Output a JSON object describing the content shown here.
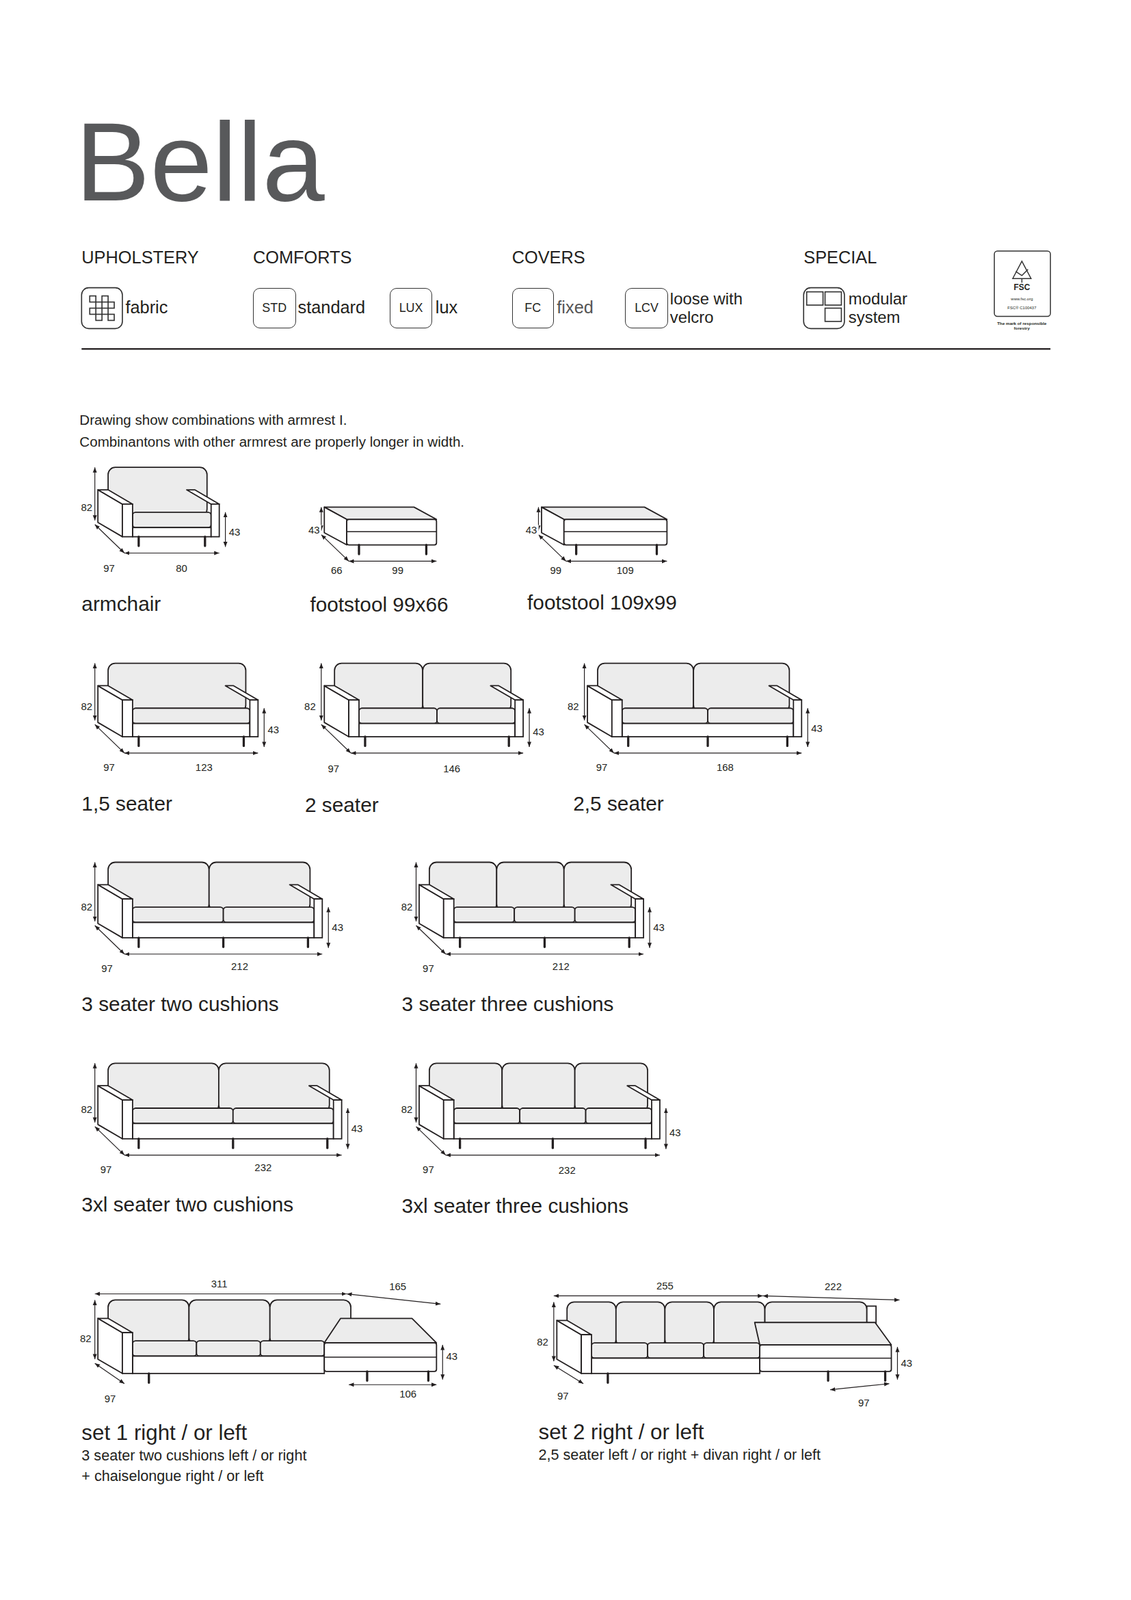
{
  "diagram": {
    "title": "Bella",
    "nodes": [
      {
        "text": [
          "STD"
        ]
      },
      {
        "text": [
          "LUX"
        ]
      },
      {
        "text": [
          "FC"
        ]
      },
      {
        "text": [
          "LCV"
        ]
      }
    ],
    "labels": [
      "UPHOLSTERY",
      "COMFORTS",
      "COVERS",
      "SPECIAL",
      "fabric",
      "standard",
      "lux",
      "fixed",
      "loose with velcro",
      "modular system",
      "FSC",
      "www.fsc.org",
      "FSC® C100437",
      "The mark of responsible forestry",
      "Drawing show combinations with armrest I.",
      "Combinantons with other armrest are properly longer in width.",
      "82",
      "43",
      "97",
      "80",
      "armchair",
      "43",
      "66",
      "99",
      "footstool 99x66",
      "43",
      "99",
      "109",
      "footstool 109x99",
      "82",
      "43",
      "97",
      "123",
      "1,5 seater",
      "82",
      "43",
      "97",
      "146",
      "2 seater",
      "82",
      "43",
      "97",
      "168",
      "2,5 seater",
      "82",
      "43",
      "97",
      "212",
      "3 seater two cushions",
      "82",
      "43",
      "97",
      "212",
      "3 seater three cushions",
      "82",
      "43",
      "97",
      "232",
      "3xl seater two cushions",
      "82",
      "43",
      "97",
      "232",
      "3xl seater three cushions",
      "311",
      "165",
      "82",
      "43",
      "97",
      "106",
      "set 1 right / or left",
      "3 seater two cushions left / or right",
      "+ chaiselongue right / or left",
      "255",
      "222",
      "82",
      "43",
      "97",
      "97",
      "set 2 right / or left",
      "2,5 seater left / or right + divan right / or left"
    ]
  }
}
